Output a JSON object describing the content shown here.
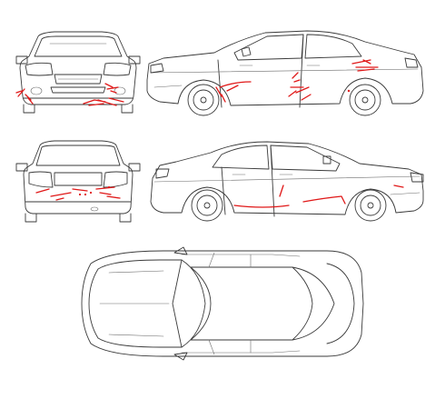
{
  "damage_color": "#e01818",
  "line_color": "#3a3a3a",
  "views": [
    {
      "id": "front",
      "label": ""
    },
    {
      "id": "right-side",
      "label": ""
    },
    {
      "id": "rear",
      "label": ""
    },
    {
      "id": "left-side",
      "label": ""
    },
    {
      "id": "top",
      "label": ""
    }
  ]
}
